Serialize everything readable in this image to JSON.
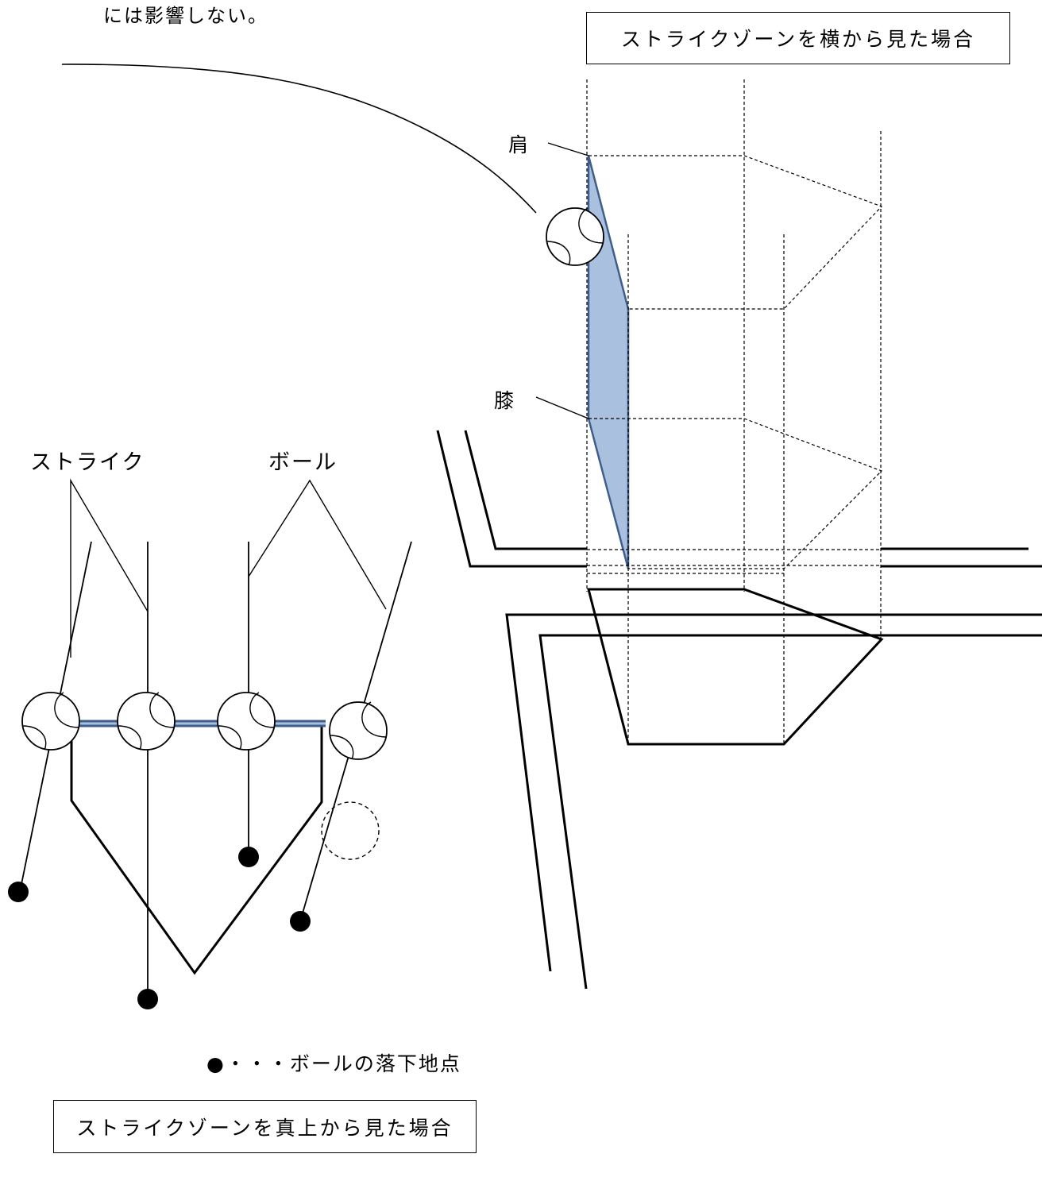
{
  "top_note": "には影響しない。",
  "side_view": {
    "title": "ストライクゾーンを横から見た場合",
    "label_shoulder": "肩",
    "label_knee": "膝"
  },
  "top_view": {
    "title": "ストライクゾーンを真上から見た場合",
    "label_strike": "ストライク",
    "label_ball": "ボール",
    "legend": "●・・・ボールの落下地点"
  },
  "colors": {
    "zone_fill": "#a9c0df",
    "zone_edge": "#3f5e8c",
    "line": "#000000"
  }
}
